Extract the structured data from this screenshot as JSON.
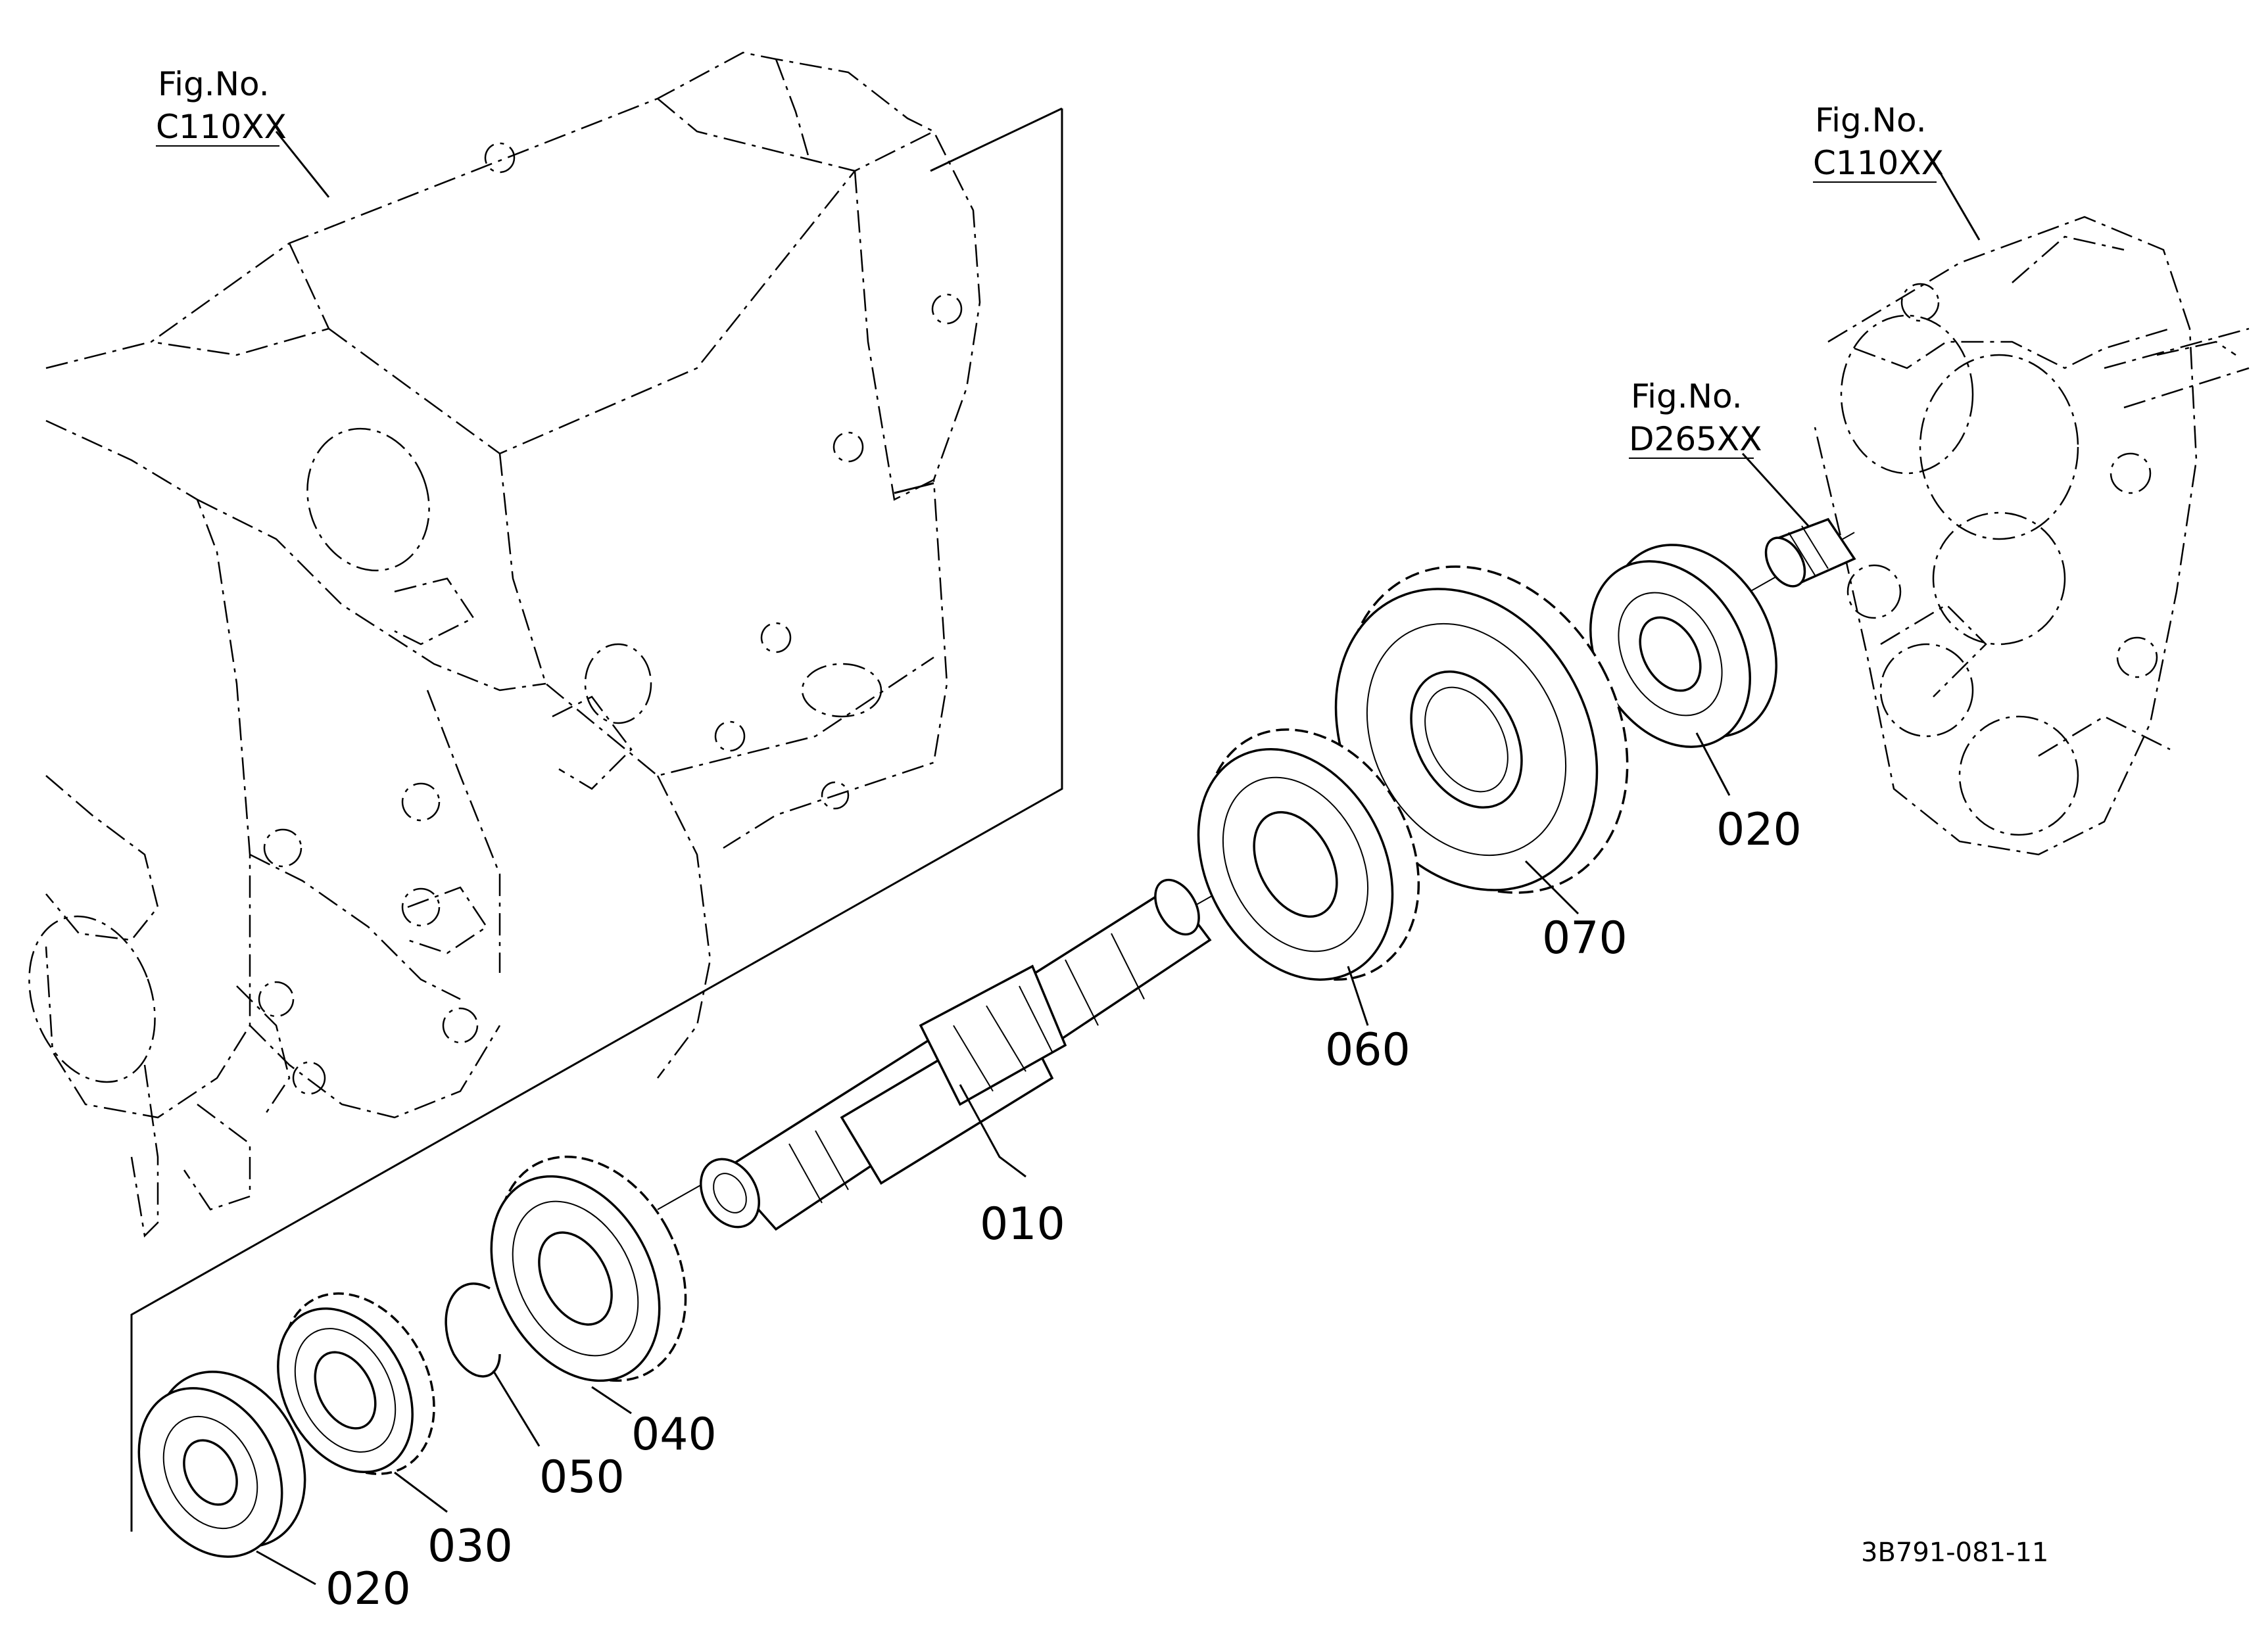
{
  "figure_refs": [
    {
      "label": "Fig.No.",
      "code": "C110XX"
    },
    {
      "label": "Fig.No.",
      "code": "C110XX"
    },
    {
      "label": "Fig.No.",
      "code": "D265XX"
    }
  ],
  "callouts": [
    "010",
    "020",
    "020",
    "030",
    "040",
    "050",
    "060",
    "070"
  ],
  "drawing_number": "3B791-081-11"
}
